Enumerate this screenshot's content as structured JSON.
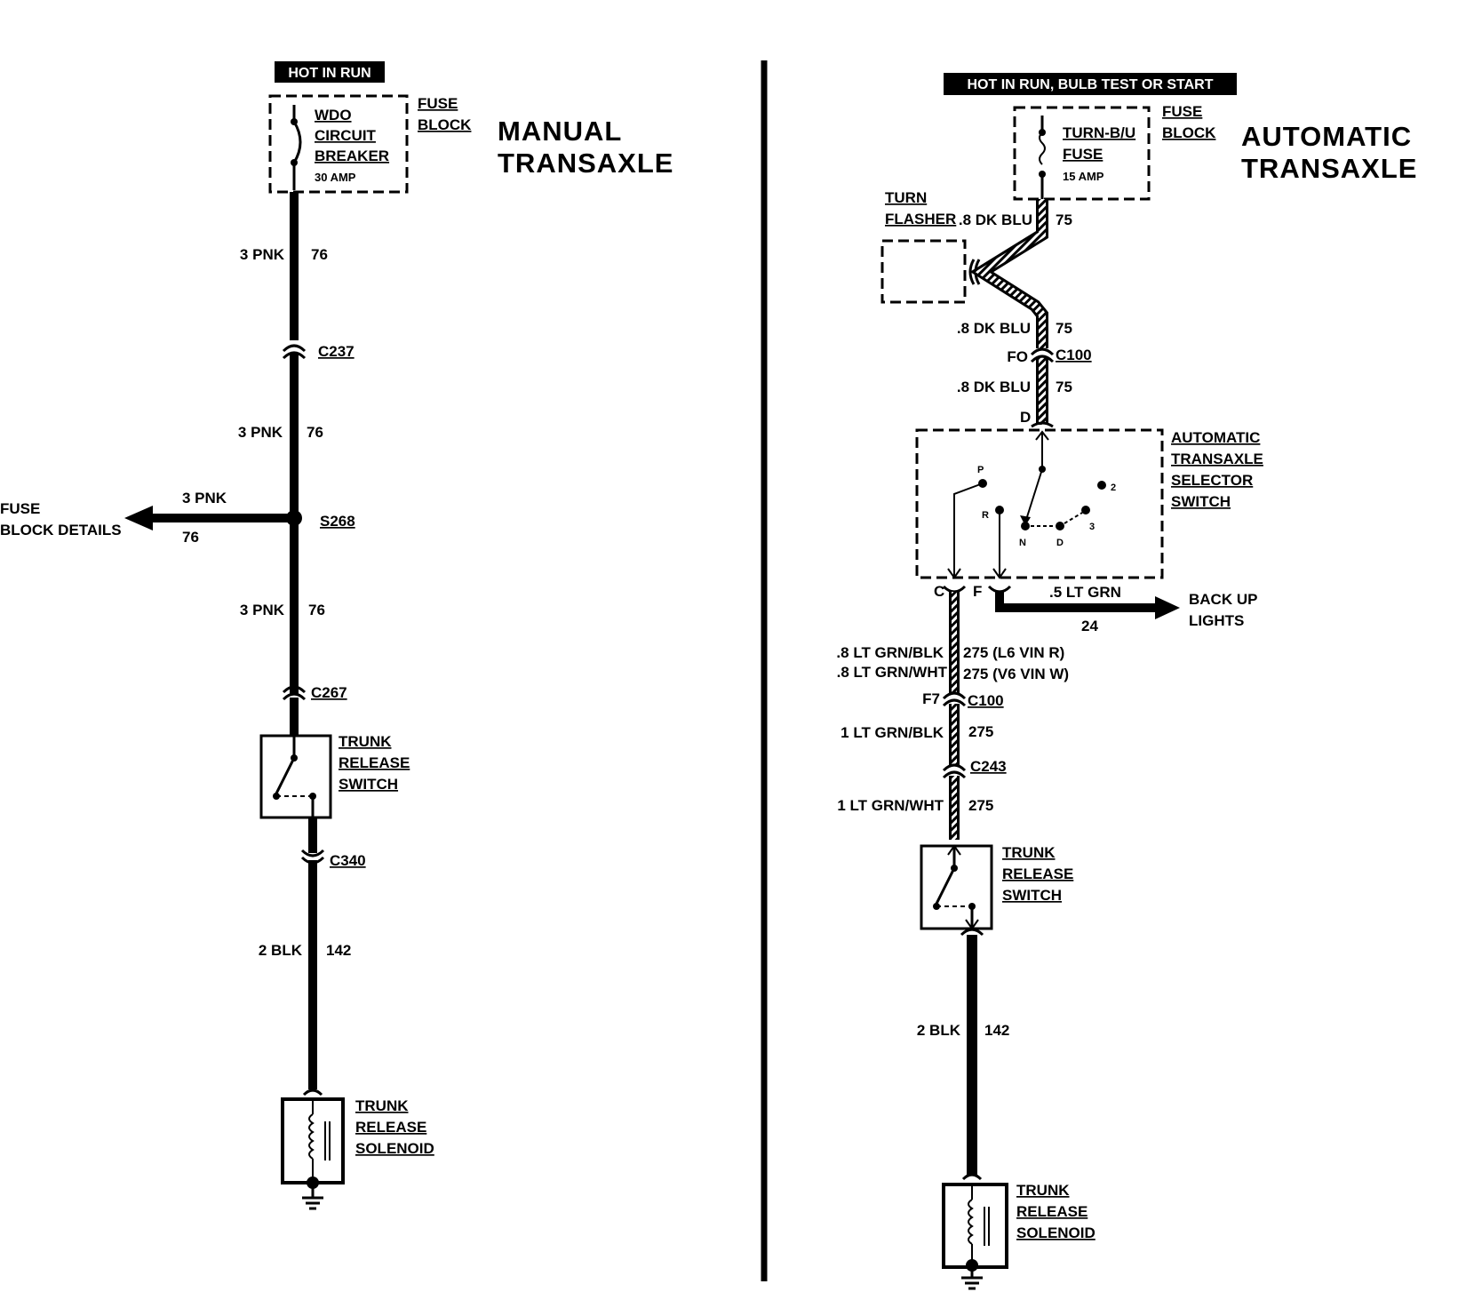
{
  "manual": {
    "power_label": "HOT IN RUN",
    "breaker": [
      "WDO",
      "CIRCUIT",
      "BREAKER",
      "30 AMP"
    ],
    "fuse_block": [
      "FUSE",
      "BLOCK"
    ],
    "title": [
      "MANUAL",
      "TRANSAXLE"
    ],
    "wire1": {
      "gauge": "3 PNK",
      "circuit": "76"
    },
    "c237": "C237",
    "wire2": {
      "gauge": "3 PNK",
      "circuit": "76"
    },
    "splice": "S268",
    "branch": {
      "gauge": "3 PNK",
      "circuit": "76",
      "dest": [
        "FUSE",
        "BLOCK DETAILS"
      ]
    },
    "wire3": {
      "gauge": "3 PNK",
      "circuit": "76"
    },
    "c267": "C267",
    "switch": [
      "TRUNK",
      "RELEASE",
      "SWITCH"
    ],
    "c340": "C340",
    "wire4": {
      "gauge": "2 BLK",
      "circuit": "142"
    },
    "solenoid": [
      "TRUNK",
      "RELEASE",
      "SOLENOID"
    ]
  },
  "automatic": {
    "power_label": "HOT IN RUN, BULB TEST OR START",
    "fuse": [
      "TURN-B/U",
      "FUSE",
      "15 AMP"
    ],
    "fuse_block": [
      "FUSE",
      "BLOCK"
    ],
    "title": [
      "AUTOMATIC",
      "TRANSAXLE"
    ],
    "flasher": [
      "TURN",
      "FLASHER"
    ],
    "wire1": {
      "gauge": ".8 DK BLU",
      "circuit": "75"
    },
    "wire2": {
      "gauge": ".8 DK BLU",
      "circuit": "75"
    },
    "c100a": {
      "pin": "FO",
      "name": "C100"
    },
    "wire3": {
      "gauge": ".8 DK BLU",
      "circuit": "75"
    },
    "pin_d": "D",
    "selector": [
      "AUTOMATIC",
      "TRANSAXLE",
      "SELECTOR",
      "SWITCH"
    ],
    "positions": {
      "p": "P",
      "r": "R",
      "n": "N",
      "d": "D",
      "two": "2",
      "three": "3"
    },
    "pin_c": "C",
    "pin_f": "F",
    "backup": {
      "gauge": ".5 LT GRN",
      "circuit": "24",
      "dest": [
        "BACK UP",
        "LIGHTS"
      ]
    },
    "wire4a": {
      "gauge": ".8 LT GRN/BLK",
      "circuit": "275 (L6 VIN R)"
    },
    "wire4b": {
      "gauge": ".8 LT GRN/WHT",
      "circuit": "275 (V6 VIN W)"
    },
    "c100b": {
      "pin": "F7",
      "name": "C100"
    },
    "wire5": {
      "gauge": "1 LT GRN/BLK",
      "circuit": "275"
    },
    "c243": "C243",
    "wire6": {
      "gauge": "1 LT GRN/WHT",
      "circuit": "275"
    },
    "switch": [
      "TRUNK",
      "RELEASE",
      "SWITCH"
    ],
    "wire7": {
      "gauge": "2 BLK",
      "circuit": "142"
    },
    "solenoid": [
      "TRUNK",
      "RELEASE",
      "SOLENOID"
    ]
  }
}
